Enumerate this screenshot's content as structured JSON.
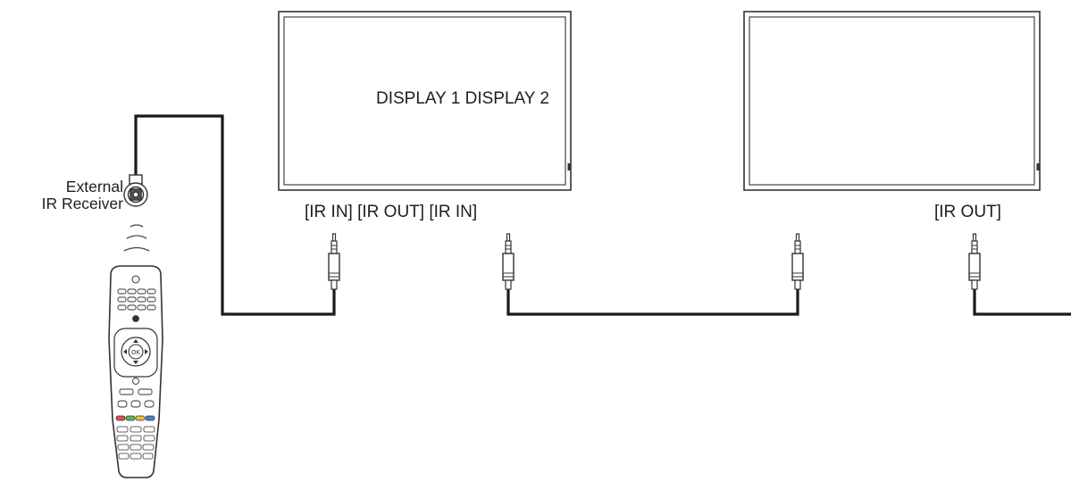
{
  "labels": {
    "external_receiver_line1": "External",
    "external_receiver_line2": "IR Receiver",
    "displays": "DISPLAY 1 DISPLAY 2",
    "ports_left": "[IR IN] [IR OUT] [IR IN]",
    "port_right": "[IR OUT]"
  },
  "remote": {
    "ok_label": "OK"
  },
  "colors": {
    "line": "#1a1a1a",
    "outline": "#333333",
    "background": "#ffffff",
    "remote_red": "#d9534f",
    "remote_green": "#5cb85c",
    "remote_yellow": "#e8c23a",
    "remote_blue": "#4a7fd0"
  }
}
